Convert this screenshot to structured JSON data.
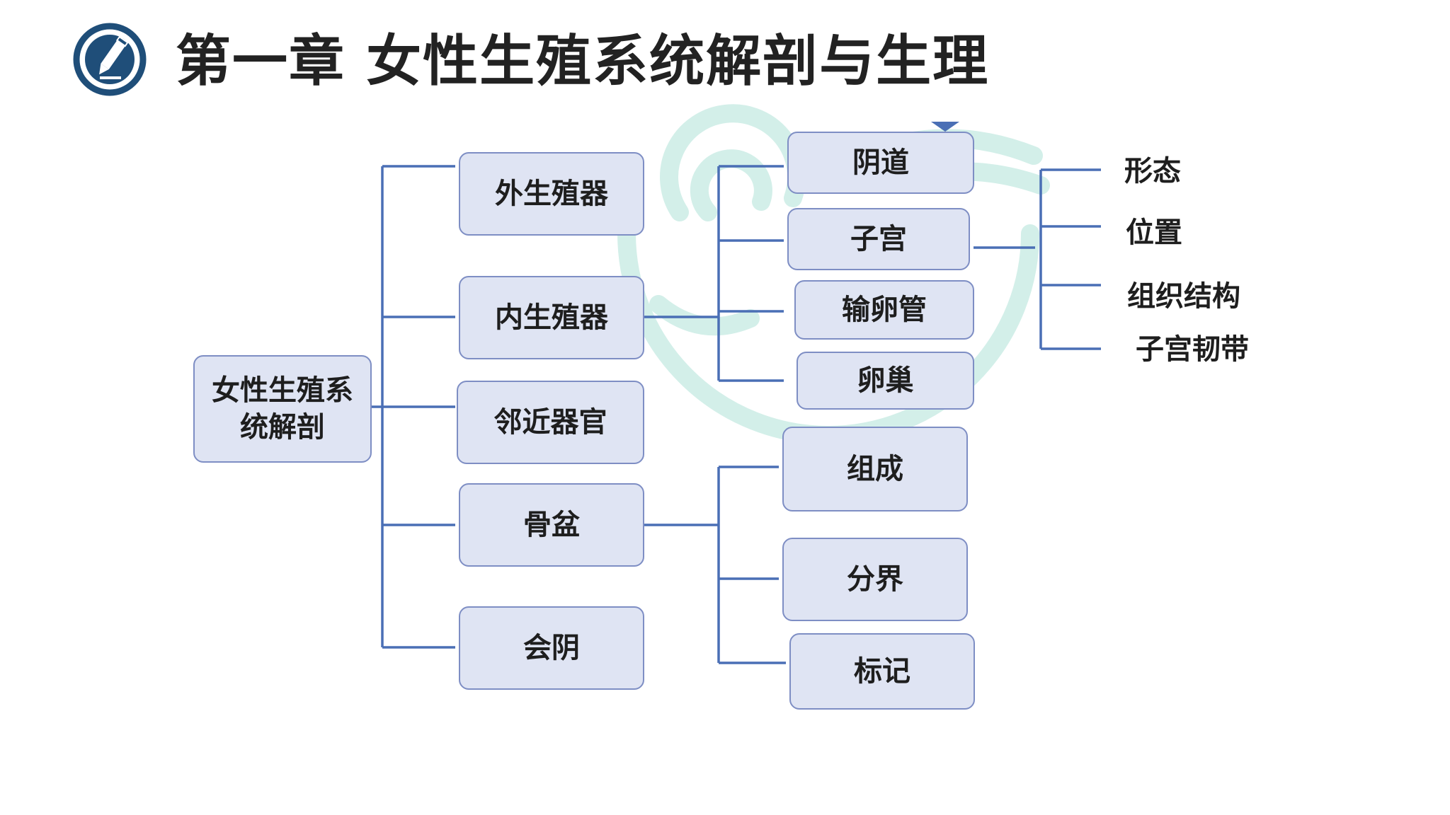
{
  "header": {
    "title": "第一章 女性生殖系统解剖与生理",
    "icon": "pencil-circle-icon",
    "accent_color": "#1f4e79"
  },
  "diagram": {
    "root": "女性生殖系统解剖",
    "level1": [
      "外生殖器",
      "内生殖器",
      "邻近器官",
      "骨盆",
      "会阴"
    ],
    "internal_organs": [
      "阴道",
      "子宫",
      "输卵管",
      "卵巢"
    ],
    "uterus_topics": [
      "形态",
      "位置",
      "组织结构",
      "子宫韧带"
    ],
    "pelvis_topics": [
      "组成",
      "分界",
      "标记"
    ],
    "node_fill": "#dfe4f3",
    "node_border": "#7e8ec4",
    "connector_color": "#4a6fb5"
  }
}
